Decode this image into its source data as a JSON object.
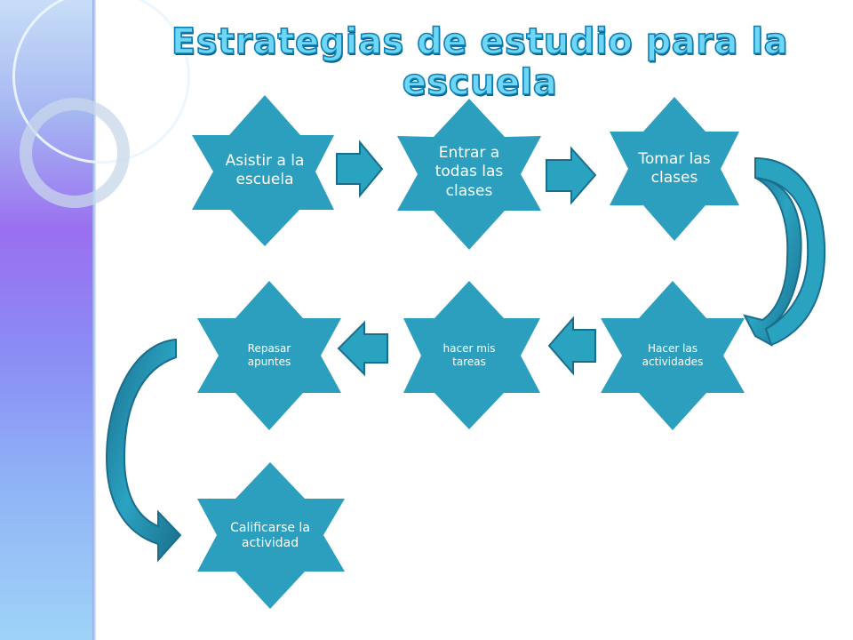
{
  "title": "Estrategias de estudio para la escuela",
  "colors": {
    "star": "#2b9fbd",
    "arrow": "#2aa3c1",
    "arrow_dark": "#1a6e8c",
    "title_fill": "#6fd7f5",
    "title_stroke": "#0e7fb2"
  },
  "steps": [
    {
      "label": "Asistir a la escuela"
    },
    {
      "label": "Entrar a todas las clases"
    },
    {
      "label": "Tomar las clases"
    },
    {
      "label": "Hacer las actividades"
    },
    {
      "label": "hacer mis tareas"
    },
    {
      "label": "Repasar apuntes"
    },
    {
      "label": "Calificarse la actividad"
    }
  ]
}
